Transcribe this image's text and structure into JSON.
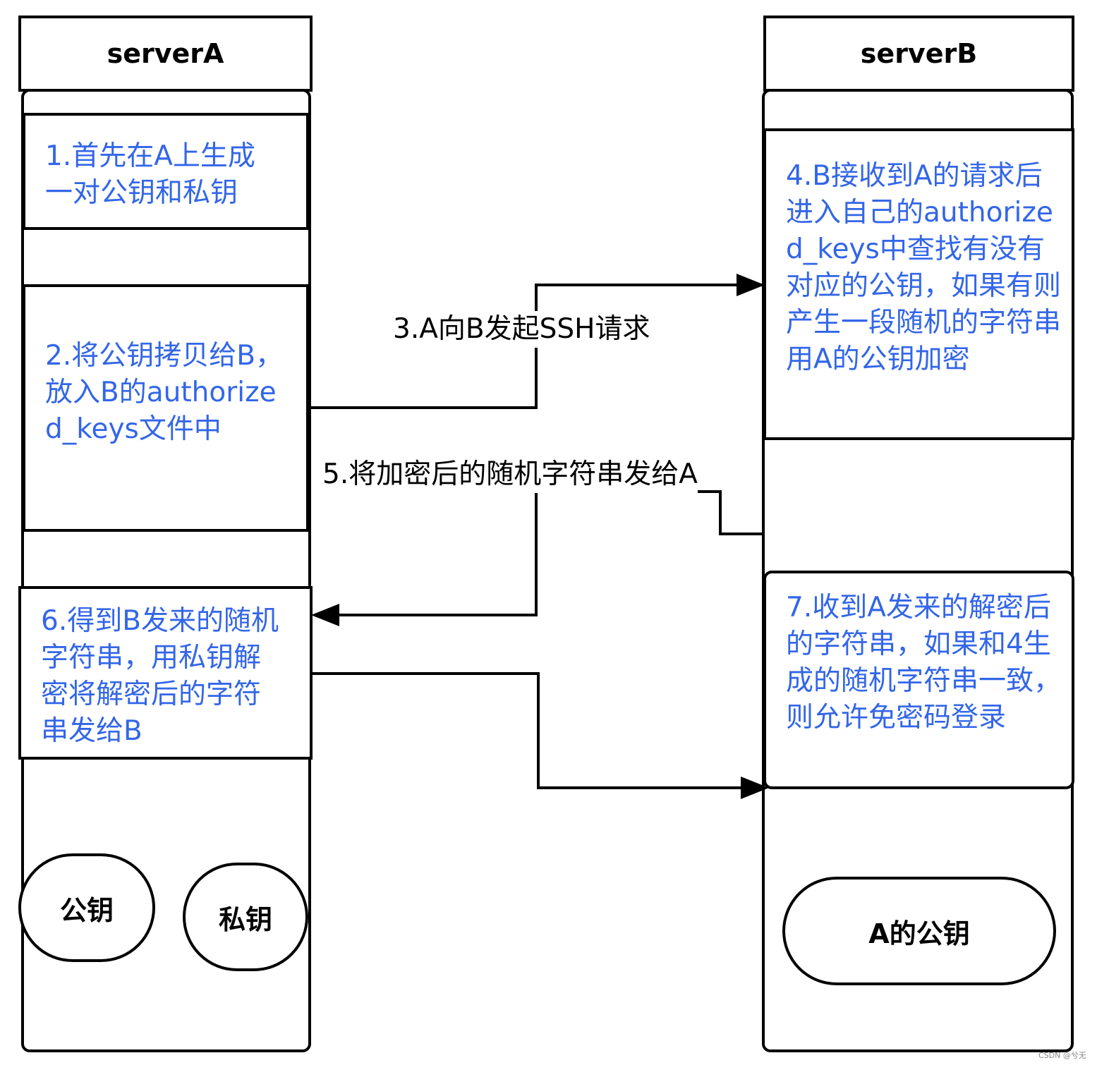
{
  "serverA": {
    "title": "serverA",
    "step1": "1.首先在A上生成一对公钥和私钥",
    "step2": "2.将公钥拷贝给B，放入B的authorized_keys文件中",
    "step6": "6.得到B发来的随机字符串，用私钥解密将解密后的字符串发给B",
    "public_key": "公钥",
    "private_key": "私钥"
  },
  "serverB": {
    "title": "serverB",
    "step4": "4.B接收到A的请求后进入自己的authorized_keys中查找有没有对应的公钥，如果有则产生一段随机的字符串用A的公钥加密",
    "step7": "7.收到A发来的解密后的字符串，如果和4生成的随机字符串一致，则允许免密码登录",
    "a_public_key": "A的公钥"
  },
  "edges": {
    "step3": "3.A向B发起SSH请求",
    "step5": "5.将加密后的随机字符串发给A"
  },
  "watermark": "CSDN @兮无",
  "colors": {
    "step_text": "#3366e8",
    "stroke": "#000000"
  }
}
